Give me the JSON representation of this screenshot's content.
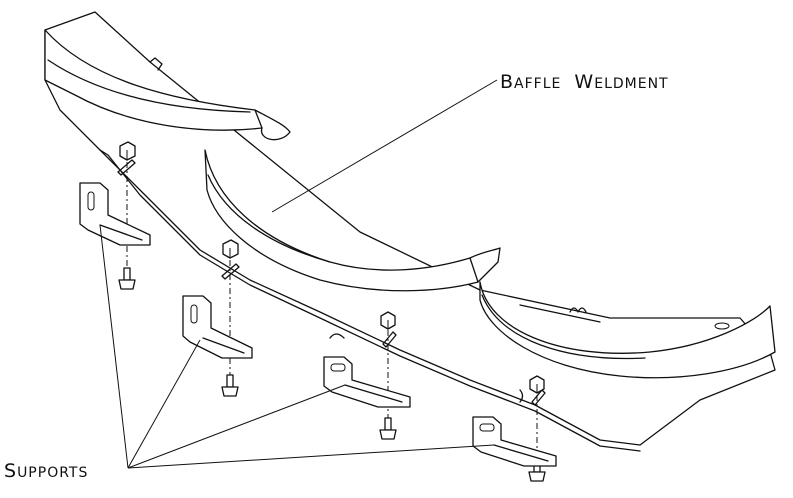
{
  "labels": {
    "baffle_first_letter": "B",
    "baffle_rest": "AFFLE",
    "weldment_first_letter": "W",
    "weldment_rest": "ELDMENT",
    "supports_first_letter": "S",
    "supports_rest": "UPPORTS"
  }
}
